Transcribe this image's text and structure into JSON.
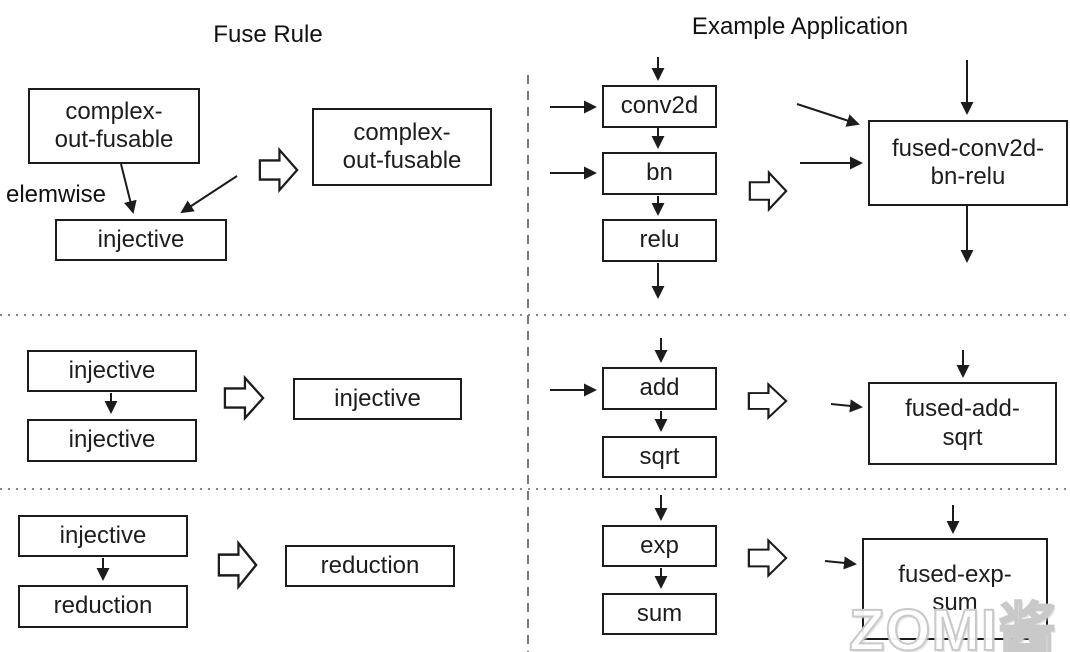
{
  "page": {
    "left_title": "Fuse Rule",
    "right_title": "Example Application"
  },
  "rows": [
    {
      "rule": {
        "src": "complex-\nout-fusable",
        "edge_label": "elemwise",
        "dst": "injective",
        "result": "complex-\nout-fusable"
      },
      "example": {
        "ops": [
          "conv2d",
          "bn",
          "relu"
        ],
        "fused": "fused-conv2d-\nbn-relu"
      }
    },
    {
      "rule": {
        "src": "injective",
        "dst": "injective",
        "result": "injective"
      },
      "example": {
        "ops": [
          "add",
          "sqrt"
        ],
        "fused": "fused-add-\nsqrt"
      }
    },
    {
      "rule": {
        "src": "injective",
        "dst": "reduction",
        "result": "reduction"
      },
      "example": {
        "ops": [
          "exp",
          "sum"
        ],
        "fused": "fused-exp-\nsum"
      }
    }
  ],
  "watermark": {
    "text": "ZOMI酱"
  },
  "colors": {
    "stroke": "#1c1c1c",
    "separator": "#8a8a8a",
    "watermark": "#c9c9c9"
  }
}
